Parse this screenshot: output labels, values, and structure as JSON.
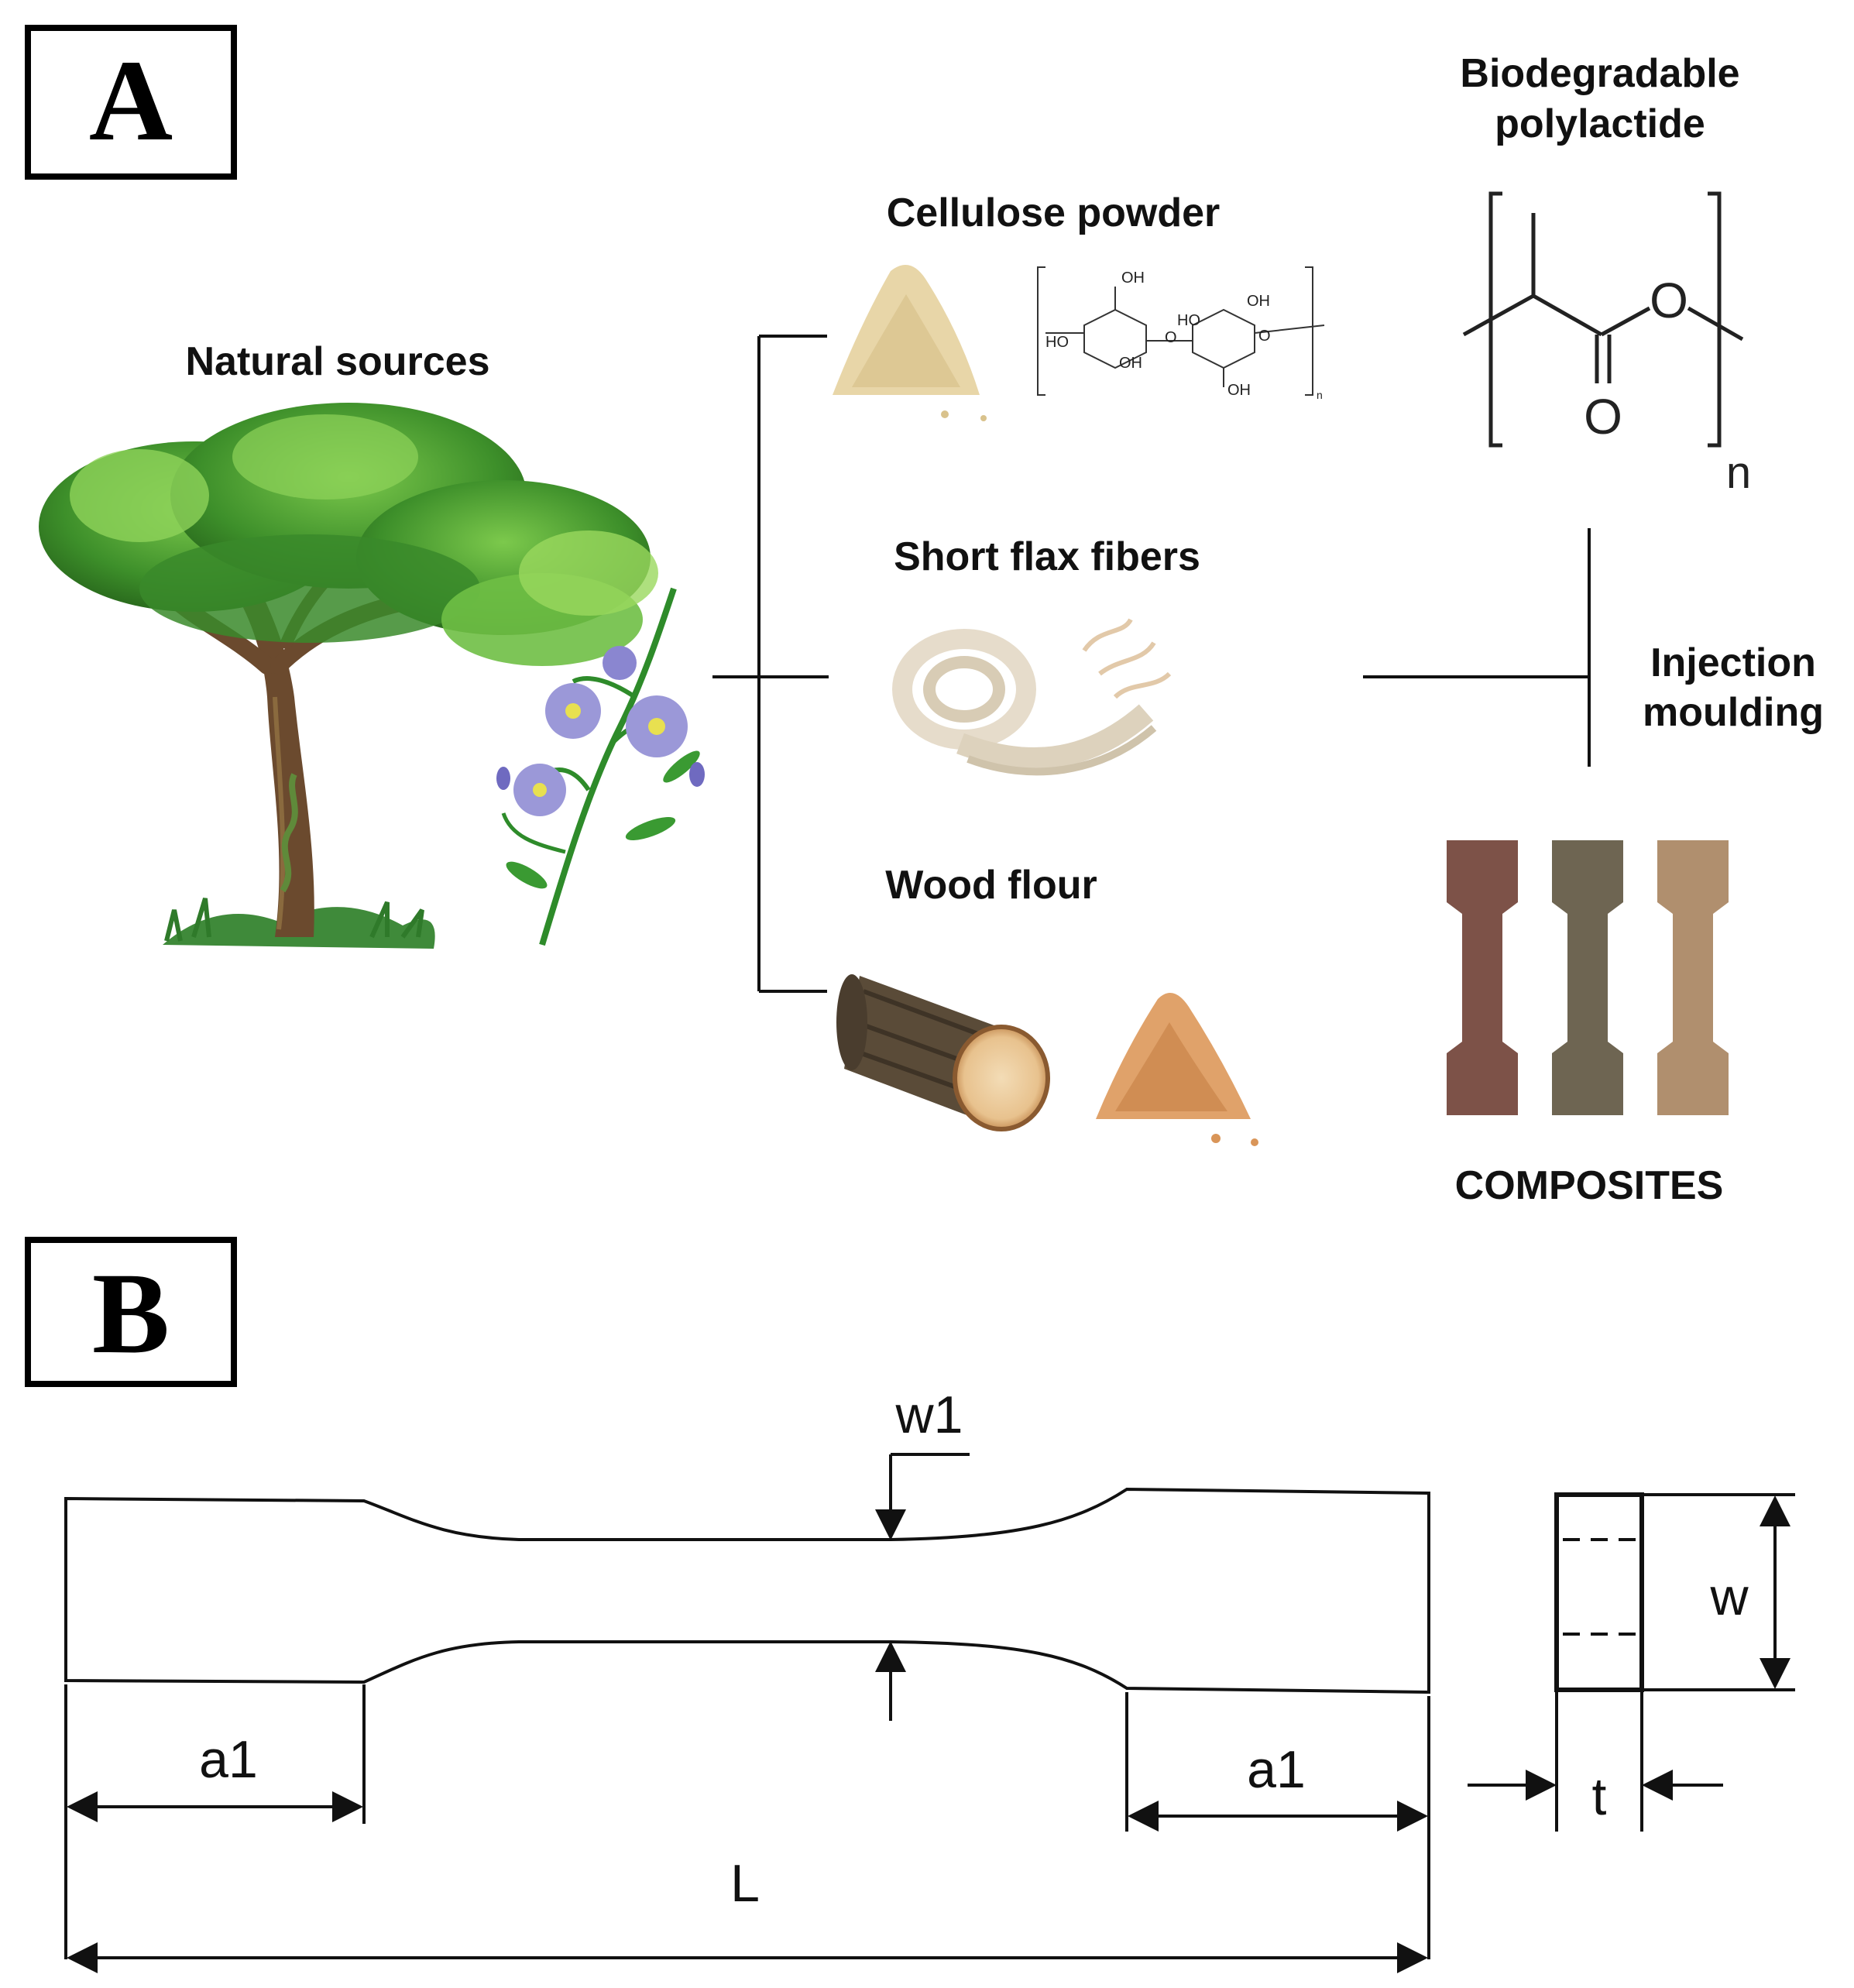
{
  "panel_a": {
    "letter": "A",
    "natural_sources": "Natural sources",
    "cellulose_powder": "Cellulose powder",
    "short_flax_fibers": "Short flax fibers",
    "wood_flour": "Wood flour",
    "pla_title_line1": "Biodegradable",
    "pla_title_line2": "polylactide",
    "pla_subscript": "n",
    "pla_O1": "O",
    "pla_O2": "O",
    "cellulose_oh": "OH",
    "cellulose_ho": "HO",
    "cellulose_o": "O",
    "cellulose_n": "n",
    "injection_line1": "Injection",
    "injection_line2": "moulding",
    "composites": "COMPOSITES",
    "specimen_colors": [
      "#7d5248",
      "#6e6552",
      "#b08f6e"
    ]
  },
  "panel_b": {
    "letter": "B",
    "w1": "w1",
    "w": "w",
    "a1_left": "a1",
    "a1_right": "a1",
    "L": "L",
    "t": "t"
  }
}
